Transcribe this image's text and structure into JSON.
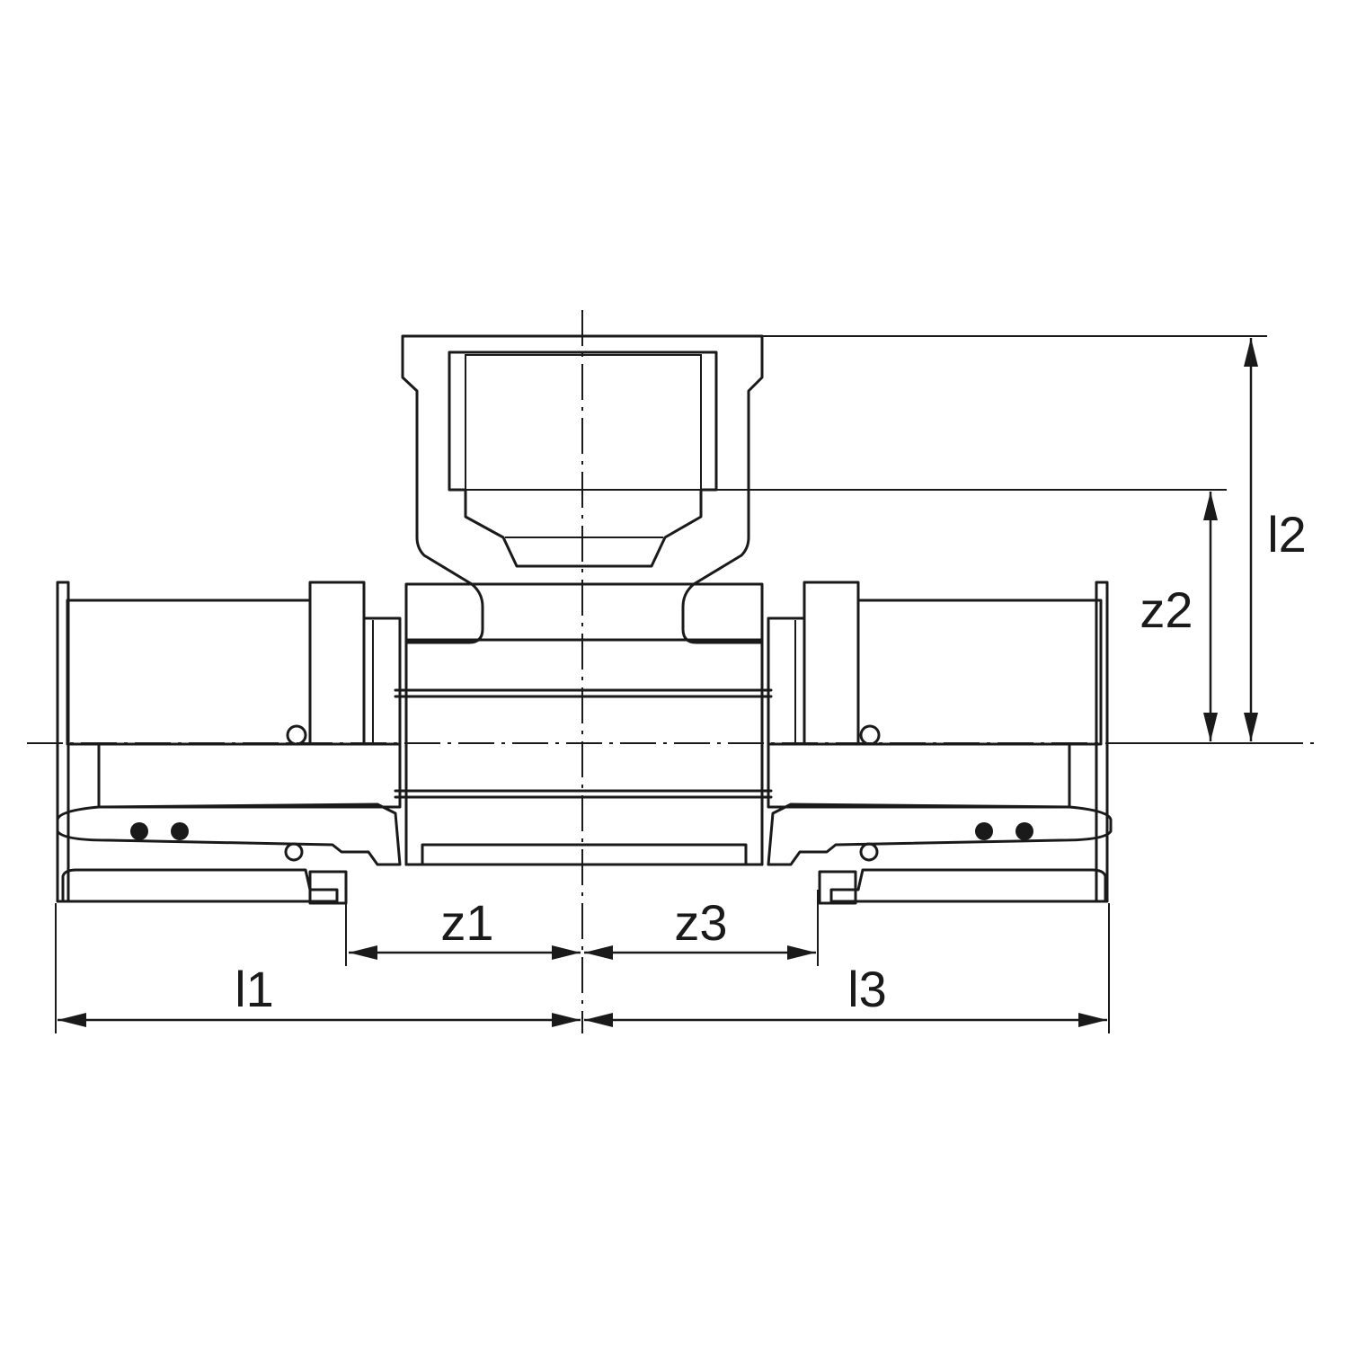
{
  "dimensions": {
    "l1": "l1",
    "z1": "z1",
    "z3": "z3",
    "l3": "l3",
    "l2": "l2",
    "z2": "z2"
  }
}
